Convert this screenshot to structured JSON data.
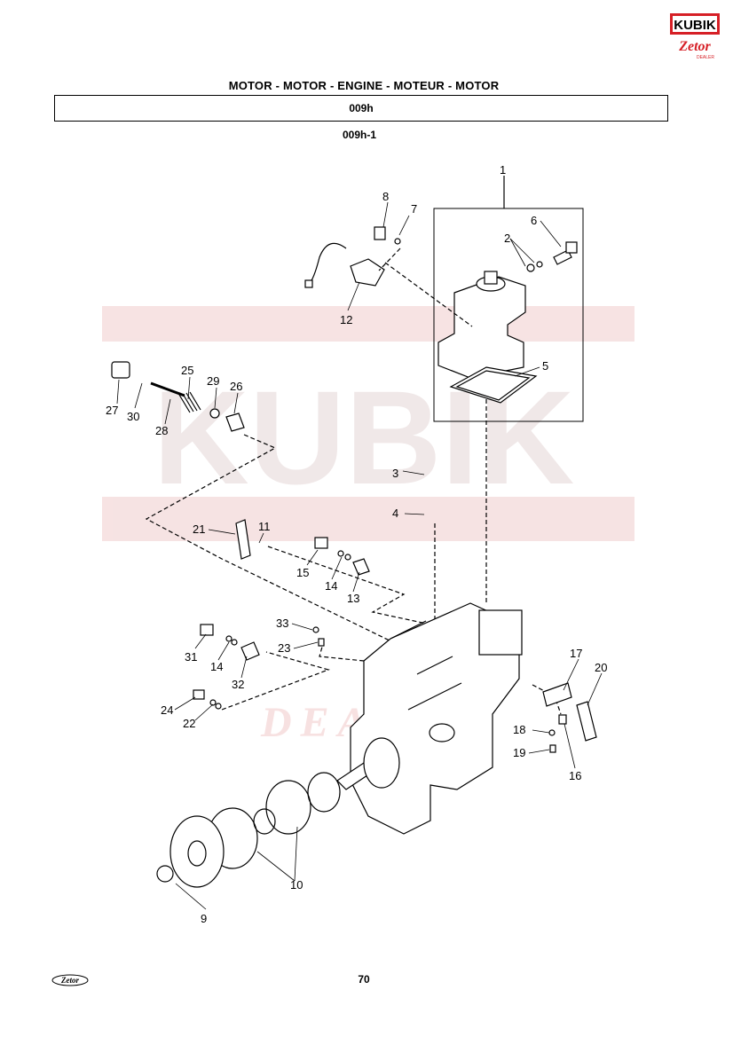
{
  "header": {
    "title": "MOTOR - MOTOR - ENGINE - MOTEUR - MOTOR",
    "section_code": "009h",
    "sub_code": "009h-1"
  },
  "brand": {
    "logo_text_top": "KUBIK",
    "logo_text_bottom": "Zetor",
    "logo_small": "DEALER",
    "accent_color": "#d61f26"
  },
  "watermark": {
    "text_main": "KUBIK",
    "text_dealer": "DEALER",
    "color": "#f3d6d6"
  },
  "callouts": [
    "1",
    "2",
    "3",
    "4",
    "5",
    "6",
    "7",
    "8",
    "9",
    "10",
    "11",
    "12",
    "13",
    "14",
    "14",
    "15",
    "16",
    "17",
    "18",
    "19",
    "20",
    "21",
    "22",
    "23",
    "24",
    "25",
    "26",
    "27",
    "28",
    "29",
    "30",
    "31",
    "32",
    "33"
  ],
  "footer": {
    "page_number": "70",
    "logo_text": "Zetor"
  }
}
